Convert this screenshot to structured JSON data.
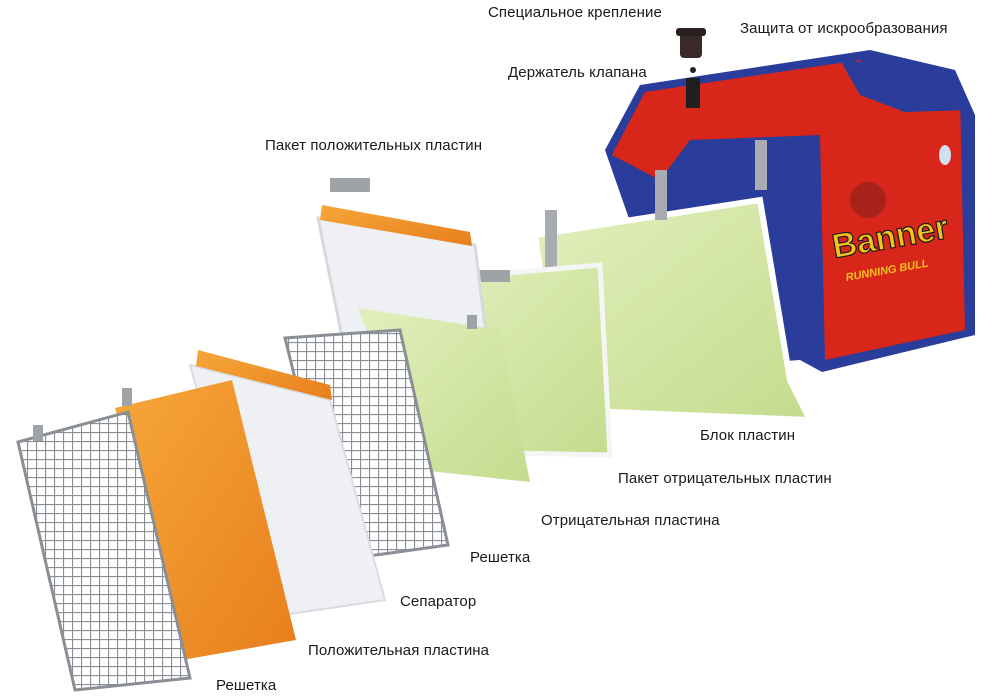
{
  "labels": {
    "special_mount": "Специальное крепление",
    "spark_protection": "Защита от искрообразования",
    "valve_holder": "Держатель клапана",
    "positive_pack": "Пакет положительных пластин",
    "plate_block": "Блок пластин",
    "negative_pack": "Пакет отрицательных пластин",
    "negative_plate": "Отрицательная пластина",
    "grid_back": "Решетка",
    "separator": "Сепаратор",
    "positive_plate": "Положительная пластина",
    "grid_front": "Решетка"
  },
  "logo": {
    "brand": "Banner",
    "sub": "RUNNING BULL"
  },
  "colors": {
    "case_red": "#d8261a",
    "case_blue": "#2a3d9a",
    "positive_orange": "#f0902a",
    "negative_green": "#d4e6a8",
    "separator_white": "#eef0f4",
    "grid_grey": "#8a8f96"
  }
}
